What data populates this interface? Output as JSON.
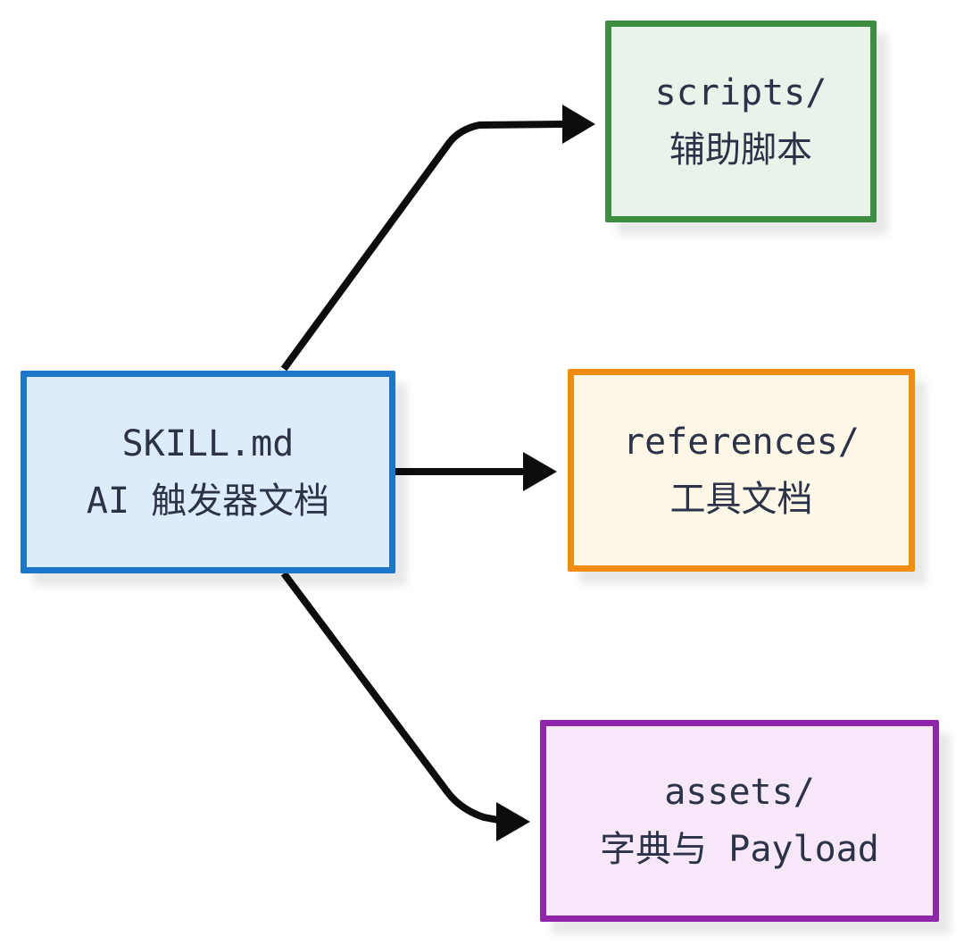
{
  "background_color": "#ffffff",
  "arrow_color": "#0d0d0d",
  "text_color": "#2c3248",
  "shadow_color": "#ebebeb",
  "nodes": {
    "skill": {
      "line1": "SKILL.md",
      "line2": "AI 触发器文档",
      "border_color": "#1d76c9",
      "fill_color": "#dcecfb"
    },
    "scripts": {
      "line1": "scripts/",
      "line2": "辅助脚本",
      "border_color": "#3e8e41",
      "fill_color": "#e8f4e9"
    },
    "references": {
      "line1": "references/",
      "line2": "工具文档",
      "border_color": "#f08c11",
      "fill_color": "#fdf7e7"
    },
    "assets": {
      "line1": "assets/",
      "line2": "字典与 Payload",
      "border_color": "#8e25ab",
      "fill_color": "#f6e8f8"
    }
  },
  "edges": [
    {
      "from": "skill",
      "to": "scripts"
    },
    {
      "from": "skill",
      "to": "references"
    },
    {
      "from": "skill",
      "to": "assets"
    }
  ]
}
